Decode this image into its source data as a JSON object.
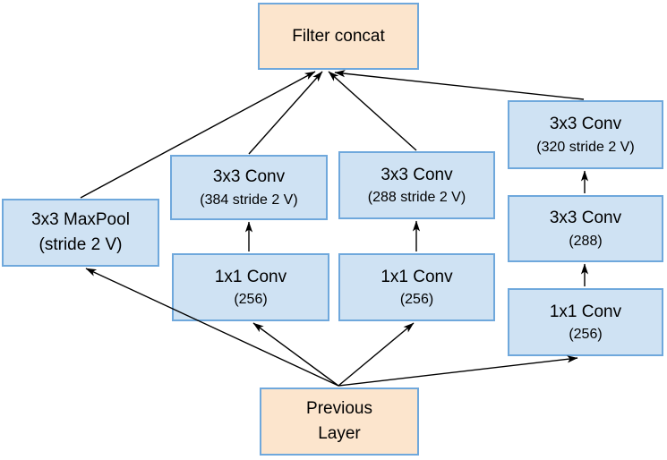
{
  "diagram": {
    "colors": {
      "box_fill": "#cfe2f3",
      "box_border": "#6fa8dc",
      "io_fill": "#fce5cd",
      "arrow": "#000000",
      "text": "#000000",
      "background": "#ffffff"
    },
    "nodes": {
      "filter_concat": {
        "line1": "Filter concat",
        "line2": ""
      },
      "maxpool": {
        "line1": "3x3 MaxPool",
        "line2": "(stride 2 V)"
      },
      "conv384": {
        "line1": "3x3 Conv",
        "line2": "(384 stride 2 V)"
      },
      "conv1x1_a": {
        "line1": "1x1 Conv",
        "line2": "(256)"
      },
      "conv288s": {
        "line1": "3x3 Conv",
        "line2": "(288 stride 2 V)"
      },
      "conv1x1_b": {
        "line1": "1x1 Conv",
        "line2": "(256)"
      },
      "conv320": {
        "line1": "3x3 Conv",
        "line2": "(320 stride 2 V)"
      },
      "conv288": {
        "line1": "3x3 Conv",
        "line2": "(288)"
      },
      "conv1x1_c": {
        "line1": "1x1 Conv",
        "line2": "(256)"
      },
      "previous_layer": {
        "line1": "Previous",
        "line2": "Layer"
      }
    },
    "edges": [
      {
        "from": "maxpool",
        "to": "filter_concat"
      },
      {
        "from": "conv384",
        "to": "filter_concat"
      },
      {
        "from": "conv288s",
        "to": "filter_concat"
      },
      {
        "from": "conv320",
        "to": "filter_concat"
      },
      {
        "from": "conv1x1_a",
        "to": "conv384"
      },
      {
        "from": "conv1x1_b",
        "to": "conv288s"
      },
      {
        "from": "conv288",
        "to": "conv320"
      },
      {
        "from": "conv1x1_c",
        "to": "conv288"
      },
      {
        "from": "previous_layer",
        "to": "maxpool"
      },
      {
        "from": "previous_layer",
        "to": "conv1x1_a"
      },
      {
        "from": "previous_layer",
        "to": "conv1x1_b"
      },
      {
        "from": "previous_layer",
        "to": "conv1x1_c"
      }
    ]
  }
}
